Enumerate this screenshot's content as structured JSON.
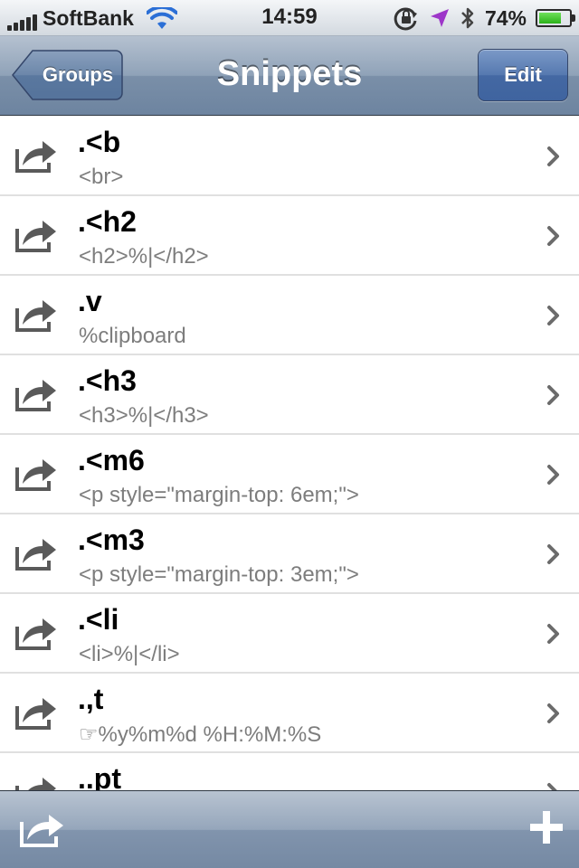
{
  "status": {
    "carrier": "SoftBank",
    "time": "14:59",
    "battery_percent": "74%",
    "battery_level": 0.74,
    "icons": [
      "signal-bars-icon",
      "wifi-icon",
      "rotation-lock-icon",
      "location-arrow-icon",
      "bluetooth-icon",
      "battery-icon"
    ]
  },
  "nav": {
    "back_label": "Groups",
    "title": "Snippets",
    "edit_label": "Edit"
  },
  "snippets": [
    {
      "abbr": ".<b",
      "text": "<br>"
    },
    {
      "abbr": ".<h2",
      "text": "<h2>%|</h2>"
    },
    {
      "abbr": ".v",
      "text": "%clipboard"
    },
    {
      "abbr": ".<h3",
      "text": "<h3>%|</h3>"
    },
    {
      "abbr": ".<m6",
      "text": "<p style=\"margin-top: 6em;\">"
    },
    {
      "abbr": ".<m3",
      "text": "<p style=\"margin-top: 3em;\">"
    },
    {
      "abbr": ".<li",
      "text": "<li>%|</li>"
    },
    {
      "abbr": ".,t",
      "text": "☞%y%m%d %H:%M:%S"
    },
    {
      "abbr": "..pt",
      "text": ""
    }
  ],
  "toolbar": {
    "icons": [
      "share-icon",
      "add-icon"
    ]
  },
  "colors": {
    "nav_blue": "#6d84a0",
    "edit_button": "#4468a3",
    "subtitle_gray": "#7d7d7d"
  }
}
